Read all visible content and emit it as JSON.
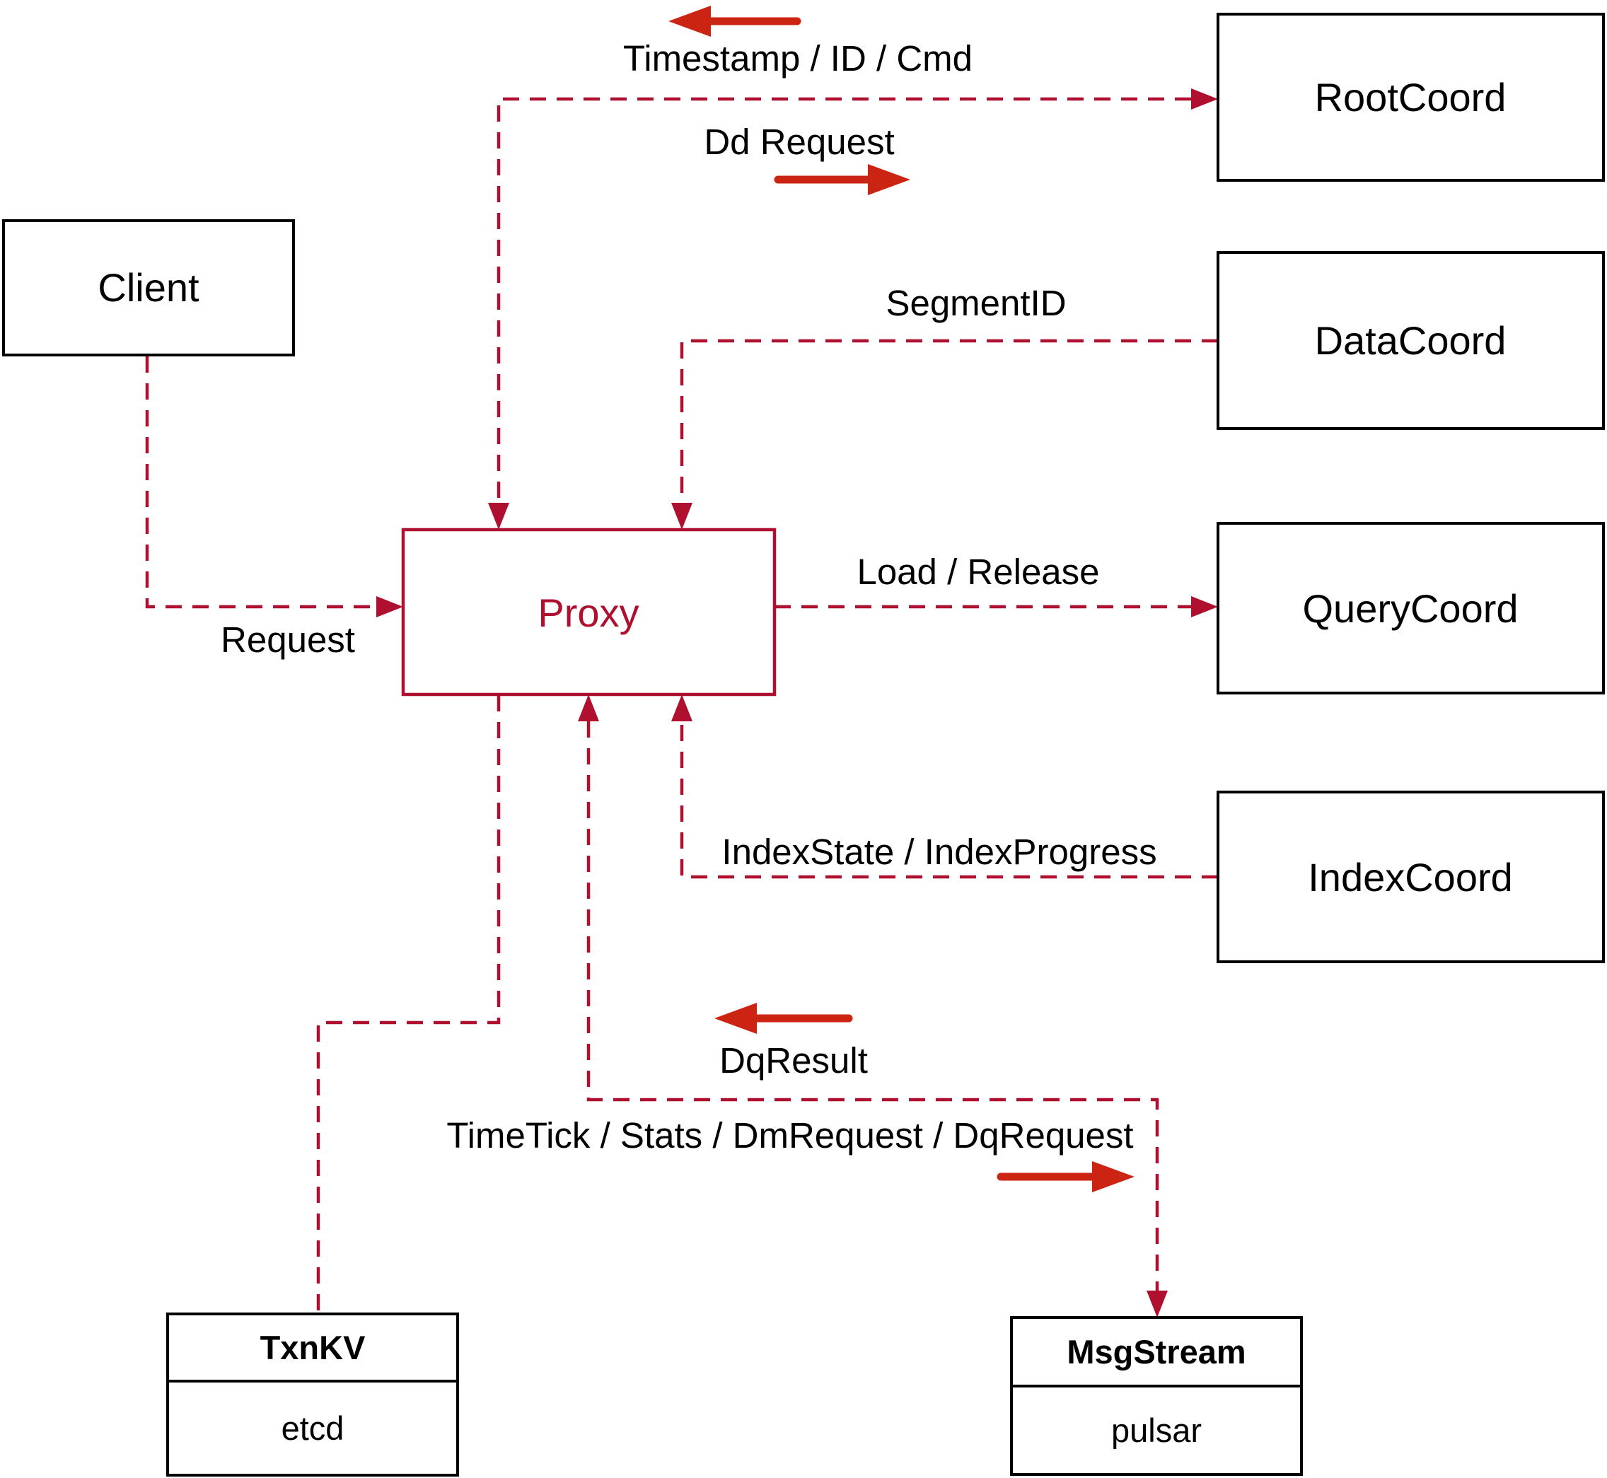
{
  "diagram": {
    "colors": {
      "connector_red": "#b0102f",
      "flow_arrow_red": "#cc2413",
      "box_border": "#000000",
      "text": "#000000",
      "background": "#ffffff"
    },
    "nodes": {
      "client": {
        "label": "Client"
      },
      "proxy": {
        "label": "Proxy"
      },
      "root_coord": {
        "label": "RootCoord"
      },
      "data_coord": {
        "label": "DataCoord"
      },
      "query_coord": {
        "label": "QueryCoord"
      },
      "index_coord": {
        "label": "IndexCoord"
      },
      "txn_kv": {
        "title": "TxnKV",
        "implementation": "etcd"
      },
      "msg_stream": {
        "title": "MsgStream",
        "implementation": "pulsar"
      }
    },
    "edges": {
      "client_to_proxy": {
        "label": "Request"
      },
      "rootcoord_response": {
        "label": "Timestamp / ID / Cmd"
      },
      "rootcoord_request": {
        "label": "Dd Request"
      },
      "datacoord_to_proxy": {
        "label": "SegmentID"
      },
      "proxy_to_querycoord": {
        "label": "Load / Release"
      },
      "indexcoord_to_proxy": {
        "label": "IndexState / IndexProgress"
      },
      "msgstream_response": {
        "label": "DqResult"
      },
      "proxy_to_msgstream": {
        "label": "TimeTick / Stats / DmRequest / DqRequest"
      }
    }
  }
}
